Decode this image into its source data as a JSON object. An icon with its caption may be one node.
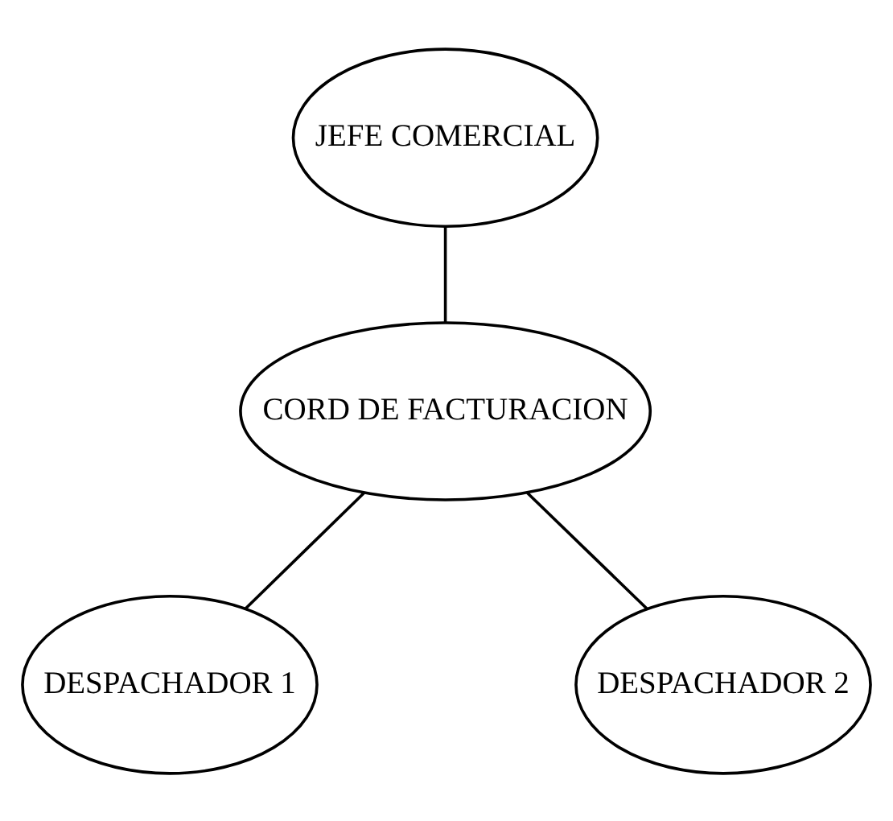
{
  "diagram": {
    "nodes": [
      {
        "text": [
          "JEFE COMERCIAL"
        ]
      },
      {
        "text": [
          "CORD DE FACTURACION"
        ]
      },
      {
        "text": [
          "DESPACHADOR 1"
        ]
      },
      {
        "text": [
          "DESPACHADOR 2"
        ]
      }
    ],
    "edges": [
      {
        "from": 0,
        "to": 1,
        "arrow": "none"
      },
      {
        "from": 1,
        "to": 2,
        "arrow": "none"
      },
      {
        "from": 1,
        "to": 3,
        "arrow": "none"
      }
    ]
  }
}
